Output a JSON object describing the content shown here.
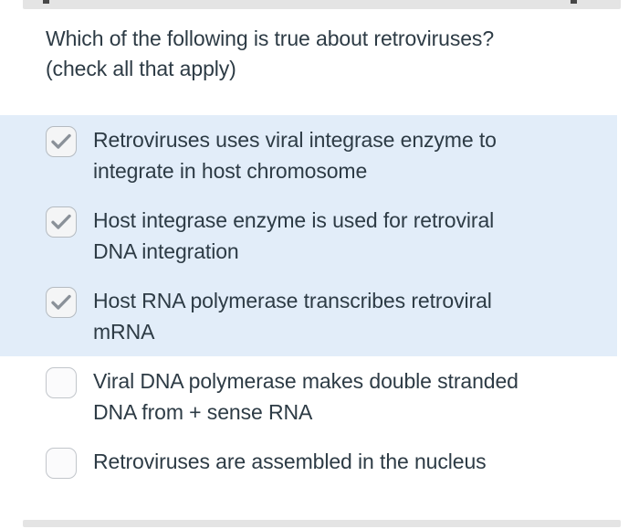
{
  "colors": {
    "selected_background": "#e2edf9",
    "page_background": "#ffffff",
    "text": "#2d3b45",
    "checkbox_border": "#c2c6cb",
    "checkmark": "#8a9199",
    "bar": "#e4e4e4"
  },
  "top_bar": {
    "name": "truncated-header-bar"
  },
  "question": {
    "stem_line_1": "Which of the following is true about retroviruses?",
    "stem_line_2": "(check all that apply)",
    "instruction": "check all that apply"
  },
  "answers": [
    {
      "id": "answer-1",
      "checked": true,
      "checkbox_icon": "checkmark-icon",
      "line_1": "Retroviruses uses viral integrase enzyme to",
      "line_2": "integrate in host chromosome",
      "text": "Retroviruses uses viral integrase enzyme to integrate in host chromosome"
    },
    {
      "id": "answer-2",
      "checked": true,
      "checkbox_icon": "checkmark-icon",
      "line_1": "Host integrase enzyme is used for retroviral",
      "line_2": "DNA integration",
      "text": "Host integrase enzyme is used for retroviral DNA integration"
    },
    {
      "id": "answer-3",
      "checked": true,
      "checkbox_icon": "checkmark-icon",
      "line_1": "Host RNA polymerase transcribes retroviral",
      "line_2": "mRNA",
      "text": "Host RNA polymerase transcribes retroviral mRNA"
    },
    {
      "id": "answer-4",
      "checked": false,
      "checkbox_icon": "empty-checkbox-icon",
      "line_1": "Viral DNA polymerase makes double stranded",
      "line_2": "DNA from + sense RNA",
      "text": "Viral DNA polymerase makes double stranded DNA from + sense RNA"
    },
    {
      "id": "answer-5",
      "checked": false,
      "checkbox_icon": "empty-checkbox-icon",
      "line_1": "Retroviruses are assembled in the nucleus",
      "line_2": "",
      "text": "Retroviruses are assembled in the nucleus"
    }
  ],
  "bottom_bar": {
    "name": "footer-divider-bar"
  }
}
